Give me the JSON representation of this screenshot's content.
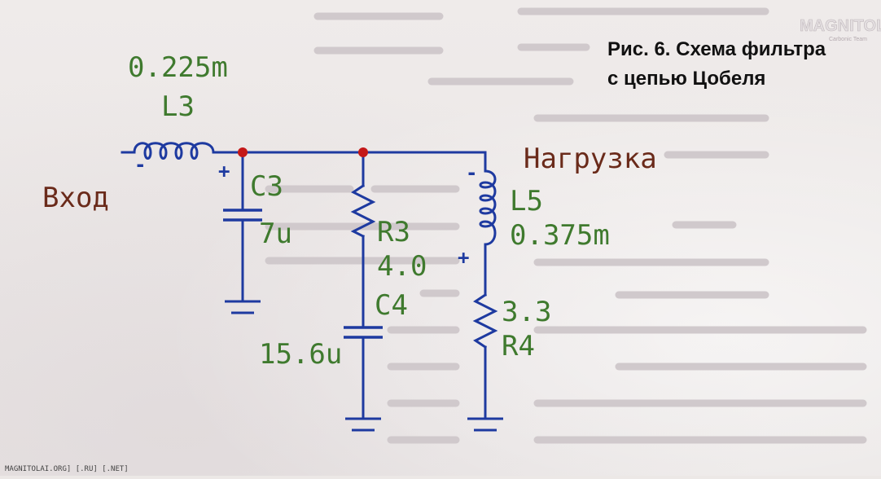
{
  "caption": {
    "line1": "Рис. 6. Схема фильтра",
    "line2": "с цепью Цобеля"
  },
  "labels": {
    "input": "Вход",
    "load": "Нагрузка",
    "l3_value": "0.225m",
    "l3_name": "L3",
    "c3_name": "C3",
    "c3_value": "7u",
    "r3_name": "R3",
    "r3_value": "4.0",
    "c4_name": "C4",
    "c4_value": "15.6u",
    "l5_name": "L5",
    "l5_value": "0.375m",
    "r4_value": "3.3",
    "r4_name": "R4"
  },
  "polarity": {
    "l3_minus": "-",
    "c3_plus": "+",
    "l5_minus": "-",
    "l5_plus": "+"
  },
  "watermark": {
    "logo": "MAGNITOLA",
    "logo_sub": "Carbonic Team",
    "footer": "MAGNITOLAI.ORG] [.RU] [.NET]"
  },
  "colors": {
    "wire": "#1e3aa0",
    "node": "#c41818",
    "component_label": "#3f7a2e",
    "port_label": "#6a2a1a"
  }
}
